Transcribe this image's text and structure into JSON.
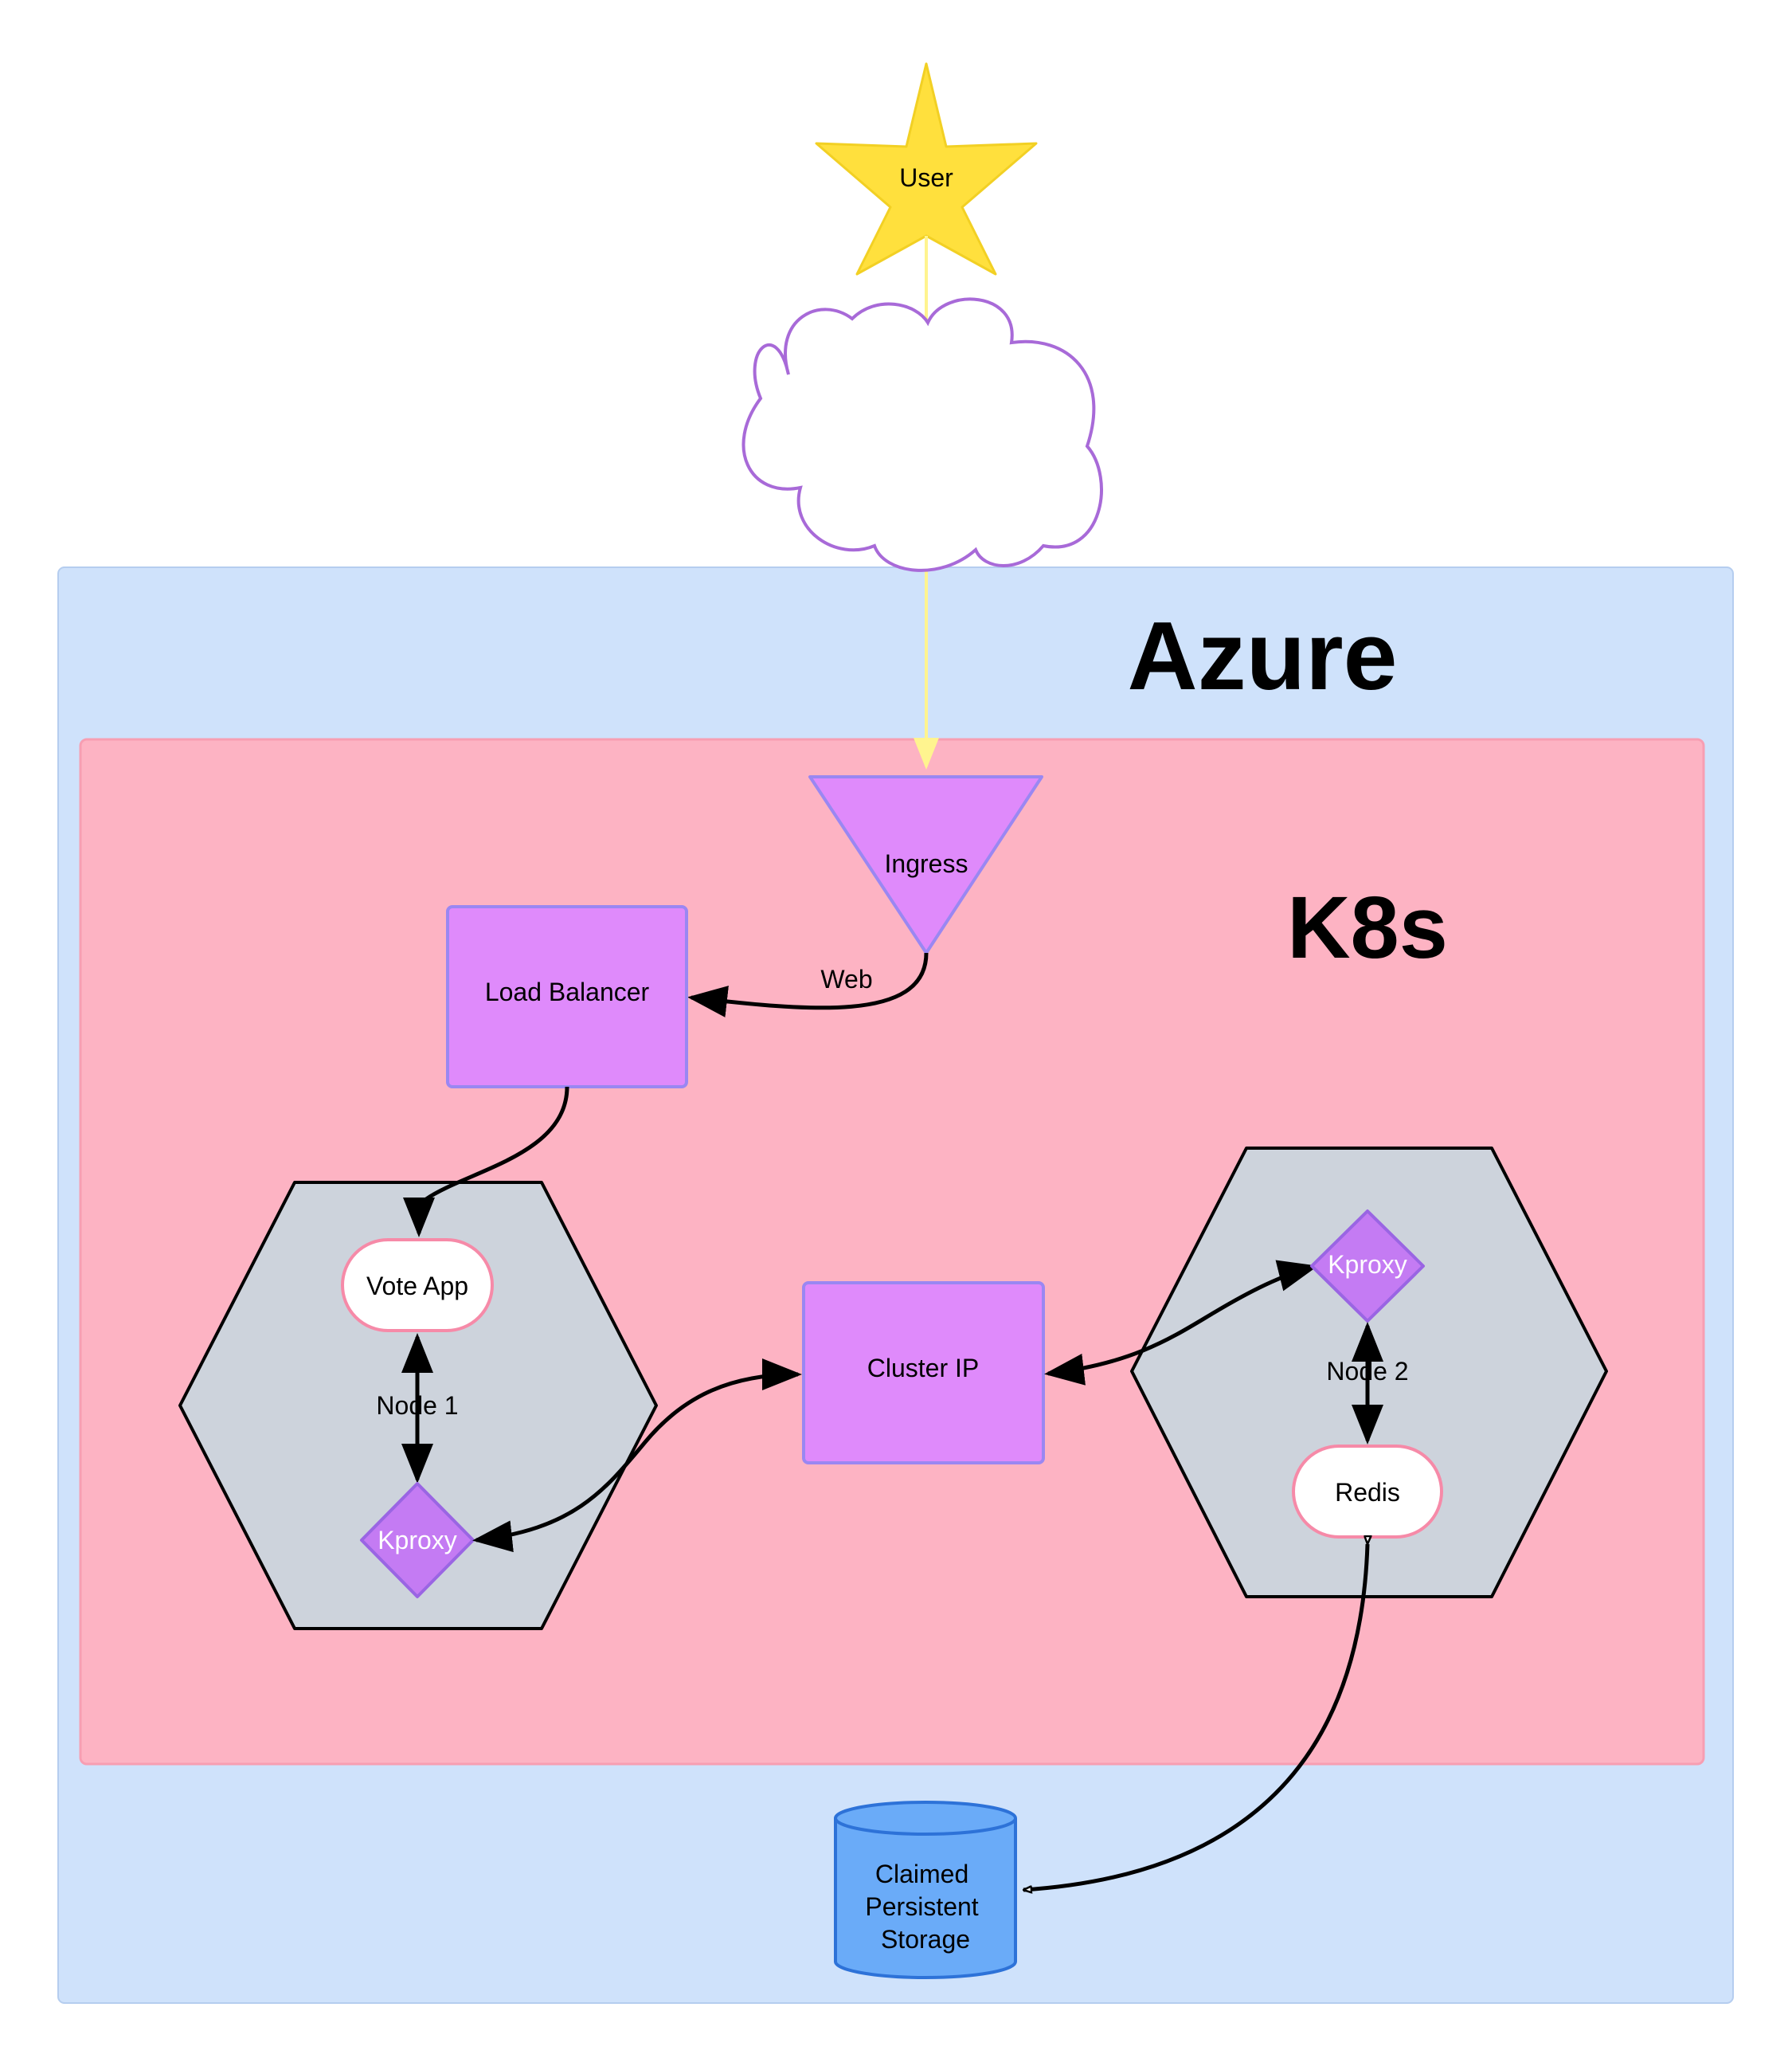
{
  "regions": {
    "azure": {
      "title": "Azure"
    },
    "k8s": {
      "title": "K8s"
    }
  },
  "nodes": {
    "user": {
      "label": "User"
    },
    "ingress": {
      "label": "Ingress"
    },
    "load_balancer": {
      "label": "Load Balancer"
    },
    "vote_app": {
      "label": "Vote App"
    },
    "kproxy_1": {
      "label": "Kproxy"
    },
    "node_1": {
      "label": "Node 1"
    },
    "cluster_ip": {
      "label": "Cluster IP"
    },
    "kproxy_2": {
      "label": "Kproxy"
    },
    "node_2": {
      "label": "Node 2"
    },
    "redis": {
      "label": "Redis"
    },
    "storage": {
      "label_lines": [
        "Claimed",
        "Persistent",
        "Storage"
      ]
    }
  },
  "edges": {
    "ingress_to_lb": {
      "label": "Web"
    }
  },
  "colors": {
    "azure_fill": "#cfe2fb",
    "k8s_fill": "#fdb3c3",
    "purple": "#df8afb",
    "hexagon": "#cdd3dc",
    "star": "#ffe03d",
    "cylinder": "#6aabf8"
  }
}
